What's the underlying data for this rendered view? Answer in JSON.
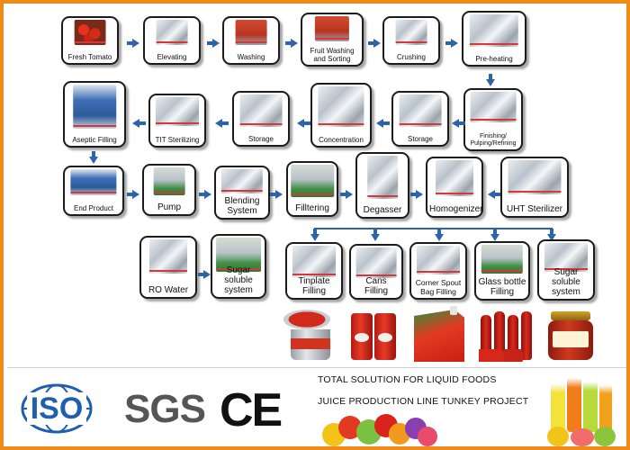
{
  "nodes": {
    "fresh_tomato": "Fresh Tomato",
    "elevating": "Elevating",
    "washing": "Washing",
    "fruit_washing_sorting": "Fruit Washing and Sorting",
    "crushing": "Crushing",
    "pre_heating": "Pre-heating",
    "finishing": "Finishing/ Pulping/Refining",
    "storage_1": "Storage",
    "concentration": "Concentration",
    "storage_2": "Storage",
    "tit_sterilizing": "TIT Sterilizing",
    "aseptic_filling": "Aseptic Filling",
    "end_product": "End Product",
    "pump": "Pump",
    "blending_system": "Blending System",
    "filtering": "Filltering",
    "degasser": "Degasser",
    "homogenizer": "Homogenizer",
    "uht_sterilizer": "UHT Sterilizer",
    "ro_water": "RO Water",
    "sugar_soluble_1": "Sugar soluble system",
    "tinplate_filling": "Tinplate Filling",
    "cans_filling": "Cans Filling",
    "corner_spout": "Corner Spout Bag Filling",
    "glass_bottle": "Glass bottle Filling",
    "sugar_soluble_2": "Sugar soluble system"
  },
  "footer": {
    "iso": "ISO",
    "sgs": "SGS",
    "ce": "CE",
    "line1": "TOTAL SOLUTION FOR LIQUID FOODS",
    "line2": "JUICE PRODUCTION LINE TUNKEY PROJECT"
  },
  "colors": {
    "frame": "#f08a18",
    "arrow": "#2d63a8",
    "iso_blue": "#1f5fae",
    "sgs_gray": "#555555"
  }
}
